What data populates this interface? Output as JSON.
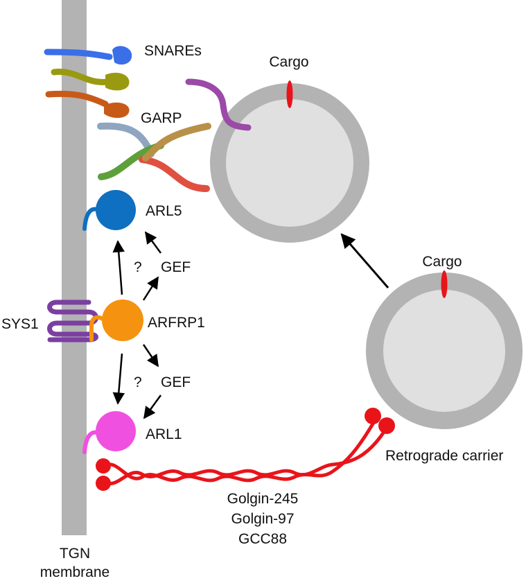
{
  "labels": {
    "snares": "SNAREs",
    "garp": "GARP",
    "arl5": "ARL5",
    "gef_top": "GEF",
    "question_top": "?",
    "sys1": "SYS1",
    "arfrp1": "ARFRP1",
    "gef_bottom": "GEF",
    "question_bottom": "?",
    "arl1": "ARL1",
    "cargo_top": "Cargo",
    "cargo_bottom": "Cargo",
    "retrograde_carrier": "Retrograde carrier",
    "golgins": [
      "Golgin-245",
      "Golgin-97",
      "GCC88"
    ],
    "tgn": [
      "TGN",
      "membrane"
    ]
  },
  "colors": {
    "membrane": "#b3b3b3",
    "vesicle_outer": "#b3b3b3",
    "vesicle_inner": "#e0e0e0",
    "cargo": "#e8141a",
    "golgin": "#e8141a",
    "snare_blue": "#3a6fe8",
    "snare_olive": "#9a9a10",
    "snare_orange": "#c85a18",
    "garp_grey_blue": "#8fa5c0",
    "garp_tan": "#b89048",
    "garp_green": "#5da03a",
    "garp_red": "#e05040",
    "arl5": "#0f6fc0",
    "arfrp1": "#f5920f",
    "sys1": "#7b3fa0",
    "arl1": "#f050e0",
    "vesicle_tether_purple": "#9b4aa8",
    "arrow": "#000000"
  }
}
